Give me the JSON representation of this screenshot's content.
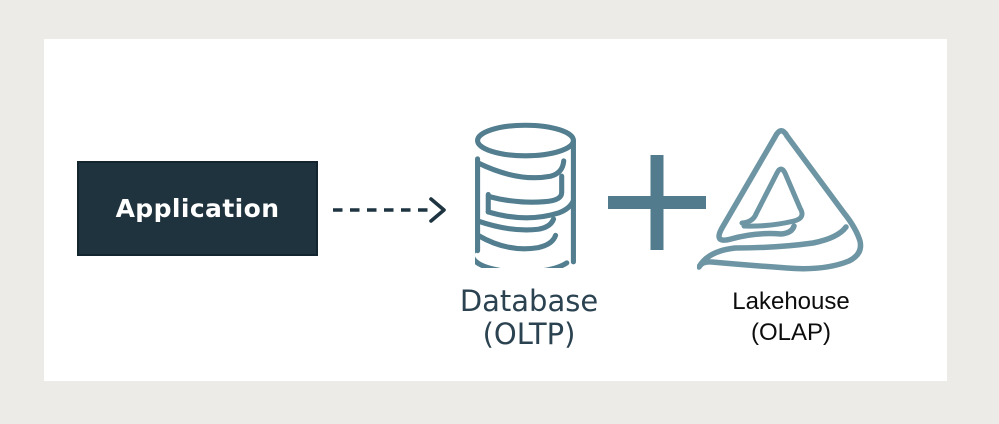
{
  "diagram": {
    "application": {
      "label": "Application"
    },
    "arrow": {
      "style": "dashed",
      "direction": "right"
    },
    "database": {
      "icon": "database-cylinder-icon",
      "label": "Database",
      "sublabel": "(OLTP)"
    },
    "operator": {
      "symbol": "+"
    },
    "lakehouse": {
      "icon": "lakehouse-delta-icon",
      "label": "Lakehouse",
      "sublabel": "(OLAP)"
    }
  },
  "colors": {
    "page_bg": "#ecebe7",
    "panel_bg": "#ffffff",
    "app_box_bg": "#1f333e",
    "app_box_border": "#132630",
    "app_text": "#ffffff",
    "arrow": "#1e3440",
    "db_icon_stroke": "#527e8f",
    "db_label": "#2b4251",
    "plus": "#527b8e",
    "lakehouse_icon_stroke": "#6d95a3",
    "lakehouse_label": "#0d0d0d"
  }
}
